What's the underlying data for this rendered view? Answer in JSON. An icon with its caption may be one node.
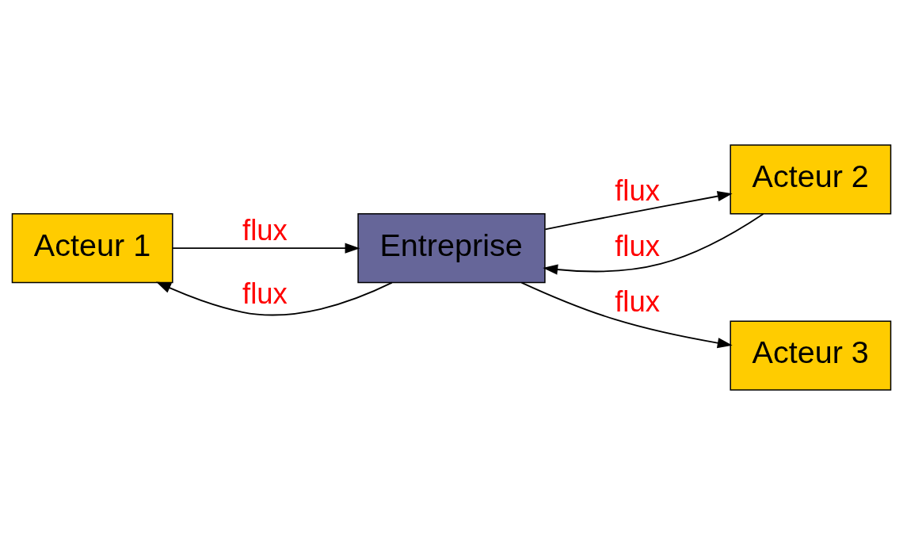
{
  "diagram": {
    "nodes": [
      {
        "text": [
          "Acteur 1"
        ]
      },
      {
        "text": [
          "Acteur 2"
        ]
      },
      {
        "text": [
          "Entreprise"
        ]
      },
      {
        "text": [
          "Acteur 3"
        ]
      }
    ],
    "edges": [
      {
        "from": 2,
        "to": 0,
        "arrow": "to",
        "label": "flux"
      },
      {
        "from": 0,
        "to": 2,
        "arrow": "to",
        "label": "flux"
      },
      {
        "from": 2,
        "to": 1,
        "arrow": "to",
        "label": "flux"
      },
      {
        "from": 1,
        "to": 2,
        "arrow": "to",
        "label": "flux"
      },
      {
        "from": 2,
        "to": 3,
        "arrow": "to",
        "label": "flux"
      }
    ]
  }
}
